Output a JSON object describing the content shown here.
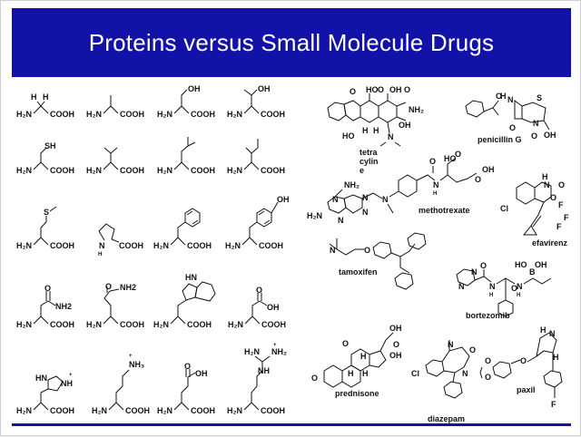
{
  "slide": {
    "title": "Proteins versus Small Molecule Drugs"
  },
  "atoms": {
    "H": "H",
    "H2N": "H₂N",
    "COOH": "COOH",
    "OH": "OH",
    "SH": "SH",
    "S": "S",
    "N": "N",
    "NH": "NH",
    "NH2": "NH2",
    "NH2sub": "NH₂",
    "NH3": "NH₃",
    "O": "O",
    "HN": "HN",
    "HO": "HO",
    "B": "B",
    "Cl": "Cl",
    "F": "F",
    "plus": "+"
  },
  "drugs": {
    "tetracycline_a": "tetra",
    "tetracycline_b": "cylin",
    "tetracycline_c": "e",
    "penicillin": "penicillin G",
    "methotrexate": "methotrexate",
    "efavirenz": "efavirenz",
    "tamoxifen": "tamoxifen",
    "bortezomib": "bortezomib",
    "prednisone": "prednisone",
    "diazepam": "diazepam",
    "paxil": "paxil"
  }
}
